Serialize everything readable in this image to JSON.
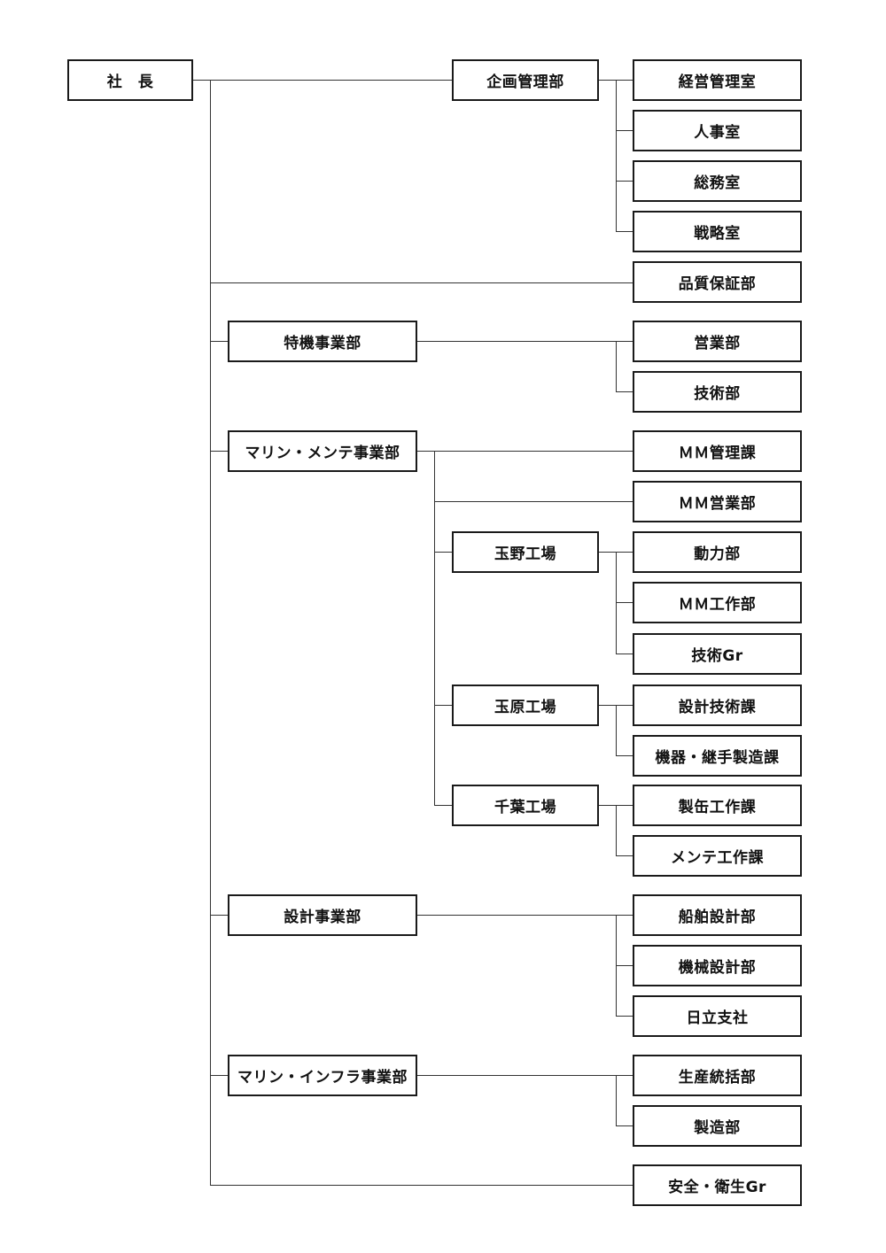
{
  "diagram": {
    "president": "社　長",
    "planning": {
      "name": "企画管理部",
      "children": [
        "経営管理室",
        "人事室",
        "総務室",
        "戦略室"
      ]
    },
    "quality": "品質保証部",
    "special_machinery": {
      "name": "特機事業部",
      "children": [
        "営業部",
        "技術部"
      ]
    },
    "marine_maintenance": {
      "name": "マリン・メンテ事業部",
      "direct": [
        "ＭＭ管理課",
        "ＭＭ営業部"
      ],
      "tamano": {
        "name": "玉野工場",
        "children": [
          "動力部",
          "ＭＭ工作部",
          "技術Gr"
        ]
      },
      "tamahara": {
        "name": "玉原工場",
        "children": [
          "設計技術課",
          "機器・継手製造課"
        ]
      },
      "chiba": {
        "name": "千葉工場",
        "children": [
          "製缶工作課",
          "メンテ工作課"
        ]
      }
    },
    "design": {
      "name": "設計事業部",
      "children": [
        "船舶設計部",
        "機械設計部",
        "日立支社"
      ]
    },
    "marine_infra": {
      "name": "マリン・インフラ事業部",
      "children": [
        "生産統括部",
        "製造部"
      ]
    },
    "safety": "安全・衛生Gr"
  }
}
